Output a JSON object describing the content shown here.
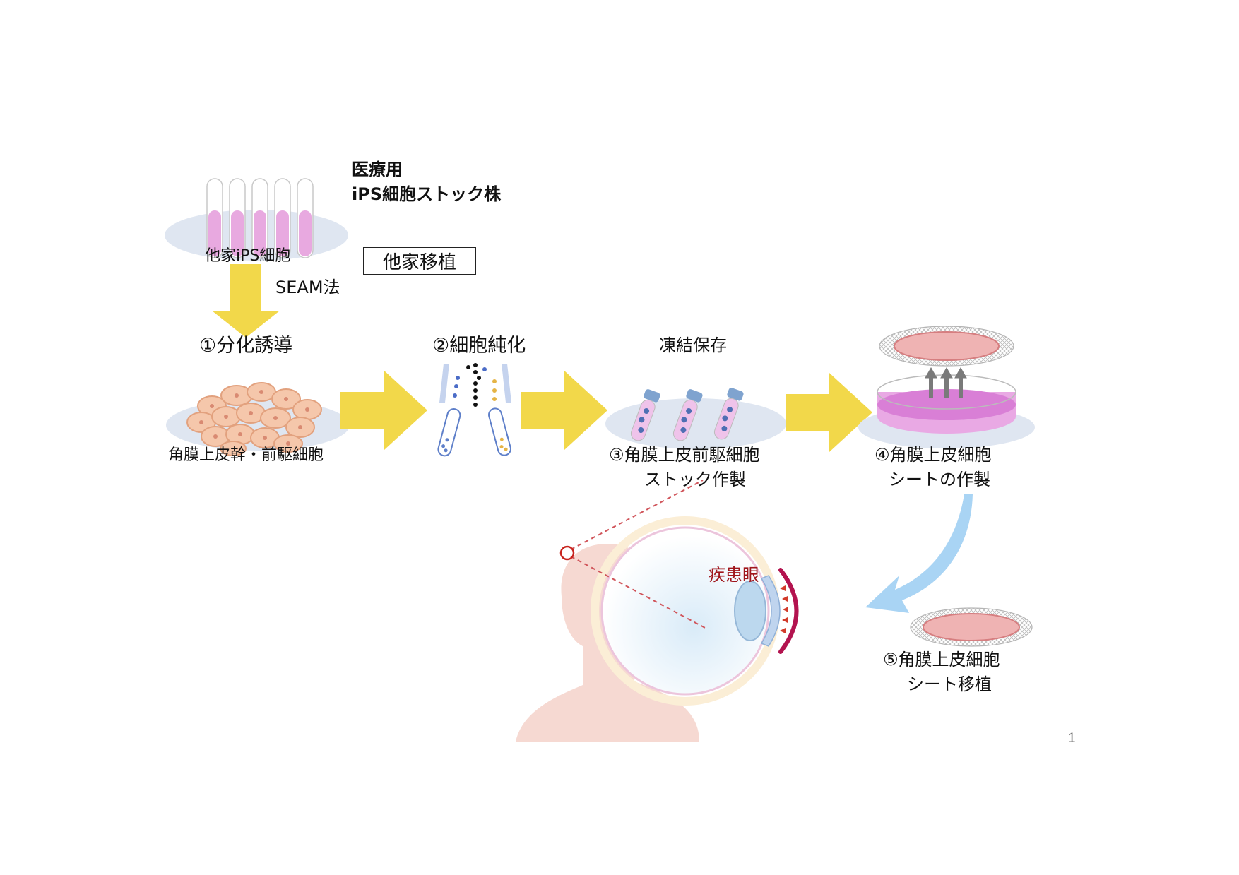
{
  "slide": {
    "page_number": "1"
  },
  "header": {
    "title_line1": "医療用",
    "title_line2": "iPS細胞ストック株"
  },
  "source": {
    "label": "他家iPS細胞",
    "transplant_type_box": "他家移植",
    "method_label": "SEAM法"
  },
  "steps": [
    {
      "id": 1,
      "title": "①分化誘導",
      "caption": "角膜上皮幹・前駆細胞"
    },
    {
      "id": 2,
      "title": "②細胞純化",
      "caption": ""
    },
    {
      "id": 3,
      "top_label": "凍結保存",
      "caption_line1": "③角膜上皮前駆細胞",
      "caption_line2": "ストック作製"
    },
    {
      "id": 4,
      "caption_line1": "④角膜上皮細胞",
      "caption_line2": "シートの作製"
    },
    {
      "id": 5,
      "caption_line1": "⑤角膜上皮細胞",
      "caption_line2": "シート移植"
    }
  ],
  "eye": {
    "label": "疾患眼",
    "label_color": "#a0161c"
  },
  "colors": {
    "arrow_yellow": "#f2d84a",
    "plate_blue": "#dde5f1",
    "medium_pink": "#e7a6e1",
    "sheet_red": "#e9a2a4",
    "curve_arrow_blue": "#a9d4f4",
    "skin": "#f6d9d2"
  }
}
